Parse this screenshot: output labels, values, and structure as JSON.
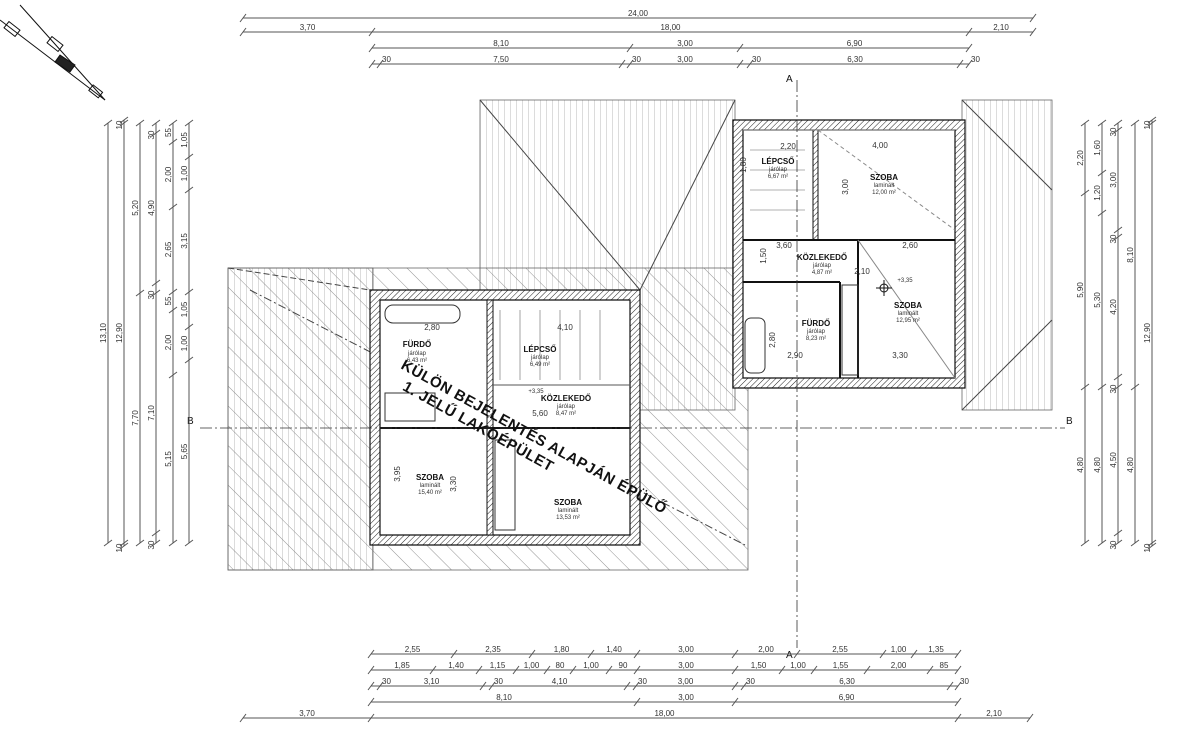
{
  "title_overlay": {
    "line1": "KÜLÖN BEJELENTÉS ALAPJÁN ÉPÜLŐ",
    "line2": "1. JELŰ LAKÓÉPÜLET"
  },
  "section_marks": {
    "a": "A",
    "b": "B"
  },
  "levels": {
    "left": "+3,35",
    "right": "+3,35"
  },
  "rooms_left": [
    {
      "name": "FÜRDŐ",
      "floor": "járólap",
      "area": "6,43 m²"
    },
    {
      "name": "LÉPCSŐ",
      "floor": "járólap",
      "area": "6,49 m²"
    },
    {
      "name": "KÖZLEKEDŐ",
      "floor": "járólap",
      "area": "8,47 m²"
    },
    {
      "name": "SZOBA",
      "floor": "laminált",
      "area": "15,40 m²"
    },
    {
      "name": "SZOBA",
      "floor": "laminált",
      "area": "13,53 m²"
    }
  ],
  "rooms_right": [
    {
      "name": "LÉPCSŐ",
      "floor": "járólap",
      "area": "6,67 m²"
    },
    {
      "name": "SZOBA",
      "floor": "laminált",
      "area": "12,00 m²"
    },
    {
      "name": "KÖZLEKEDŐ",
      "floor": "járólap",
      "area": "4,87 m²"
    },
    {
      "name": "FÜRDŐ",
      "floor": "járólap",
      "area": "8,23 m²"
    },
    {
      "name": "SZOBA",
      "floor": "laminált",
      "area": "12,95 m²"
    }
  ],
  "inner_dims": [
    "2,80",
    "4,10",
    "5,60",
    "3,95",
    "3,30",
    "2,20",
    "4,00",
    "3,00",
    "3,60",
    "2,60",
    "2,10",
    "2,90",
    "3,30",
    "1,50",
    "1,80",
    "2,80"
  ],
  "dims": {
    "top": [
      [
        "24,00"
      ],
      [
        "3,70",
        "18,00",
        "2,10"
      ],
      [
        "8,10",
        "3,00",
        "6,90"
      ],
      [
        "30",
        "7,50",
        "30",
        "3,00",
        "30",
        "6,30",
        "30"
      ]
    ],
    "bottom": [
      [
        "2,55",
        "2,35",
        "1,80",
        "1,40",
        "3,00",
        "2,00",
        "2,55",
        "1,00",
        "1,35"
      ],
      [
        "1,85",
        "1,40",
        "1,15",
        "1,00",
        "80",
        "1,00",
        "90",
        "3,00",
        "1,50",
        "1,00",
        "1,55",
        "2,00",
        "85"
      ],
      [
        "30",
        "3,10",
        "30",
        "4,10",
        "30",
        "3,00",
        "30",
        "6,30",
        "30"
      ],
      [
        "8,10",
        "3,00",
        "6,90"
      ],
      [
        "3,70",
        "18,00",
        "2,10"
      ]
    ],
    "left": [
      [
        "13,10"
      ],
      [
        "10",
        "12,90",
        "10"
      ],
      [
        "5,20",
        "7,70"
      ],
      [
        "30",
        "4,90",
        "30",
        "7,10",
        "30"
      ],
      [
        "55",
        "2,00",
        "2,65",
        "55",
        "2,00",
        "5,15"
      ],
      [
        "1,05",
        "1,00",
        "3,15",
        "1,05",
        "1,00",
        "5,65"
      ]
    ],
    "right": [
      [
        "2,20",
        "5,90",
        "4,80"
      ],
      [
        "1,60",
        "1,20",
        "5,30",
        "4,80"
      ],
      [
        "30",
        "3,00",
        "30",
        "4,20",
        "30",
        "4,50",
        "30"
      ],
      [
        "8,10",
        "4,80"
      ],
      [
        "10",
        "12,90",
        "10"
      ]
    ]
  }
}
